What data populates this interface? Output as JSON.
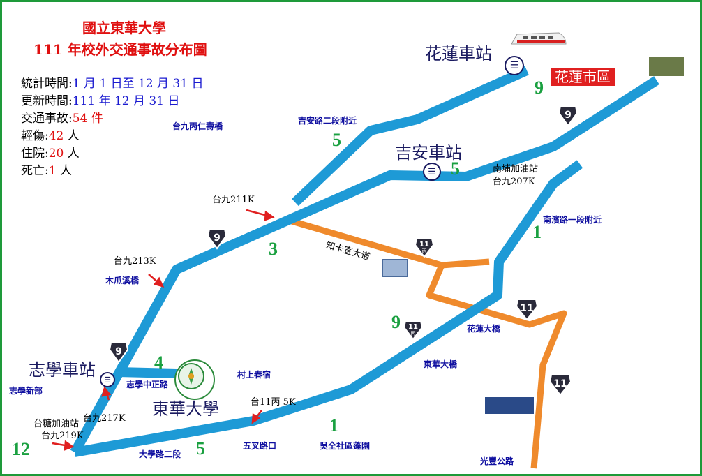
{
  "title": {
    "line1": "國立東華大學",
    "line2": "111 年校外交通事故分布圖"
  },
  "stats": [
    {
      "label": "統計時間:",
      "value": "1 月 1 日至 12 月 31 日",
      "style": "v"
    },
    {
      "label": "更新時間:",
      "value": "111 年 12 月 31 日",
      "style": "v"
    },
    {
      "label": "交通事故:",
      "value": "54 件",
      "style": "r"
    },
    {
      "label": "輕傷:",
      "value": "42",
      "unit": " 人",
      "style": "r"
    },
    {
      "label": "住院:",
      "value": "20",
      "unit": " 人",
      "style": "r"
    },
    {
      "label": "死亡:",
      "value": "1",
      "unit": " 人",
      "style": "r"
    }
  ],
  "stations": {
    "hualien": "花蓮車站",
    "jian": "吉安車站",
    "zhixue": "志學車站",
    "campus": "東華大學",
    "city": "花蓮市區"
  },
  "place_labels": {
    "jian_rd": "吉安路二段附近",
    "renshou": "台九丙仁壽橋",
    "nanpu_1": "南埔加油站",
    "nanpu_2": "台九207K",
    "nanbin": "南濱路一段附近",
    "k211": "台九211K",
    "k213": "台九213K",
    "mugua": "木瓜溪橋",
    "zhikaxuan": "知卡宣大道",
    "hualian_bridge": "花蓮大橋",
    "donghua_bridge": "東華大橋",
    "cunshang": "村上春宿",
    "zhixue_zz": "志學中正路",
    "zhixue_xinbu": "志學新部",
    "k217": "台九217K",
    "tangye_1": "台糖加油站",
    "tangye_2": "台九219K",
    "daxue_rd": "大學路二段",
    "wucha": "五叉路口",
    "wuquan": "吳全社區蓬園",
    "guangfeng": "光豐公路",
    "t11b": "台11丙 5K"
  },
  "counts": {
    "city": "9",
    "jian_rd": "5",
    "jian_st": "5",
    "t211": "3",
    "nanbin": "1",
    "t11c": "9",
    "zhixue_rd": "4",
    "campus": "5",
    "zhixue_area": "12",
    "wuquan": "1"
  },
  "shields": {
    "t9": "9",
    "t11": "11",
    "t11c_num": "11",
    "t11c_sub": "丙"
  },
  "colors": {
    "road_blue": "#1e9ad6",
    "road_orange": "#ef8a2c",
    "frame": "#1e9a3a",
    "title_red": "#e01010",
    "count_green": "#1aa040"
  }
}
